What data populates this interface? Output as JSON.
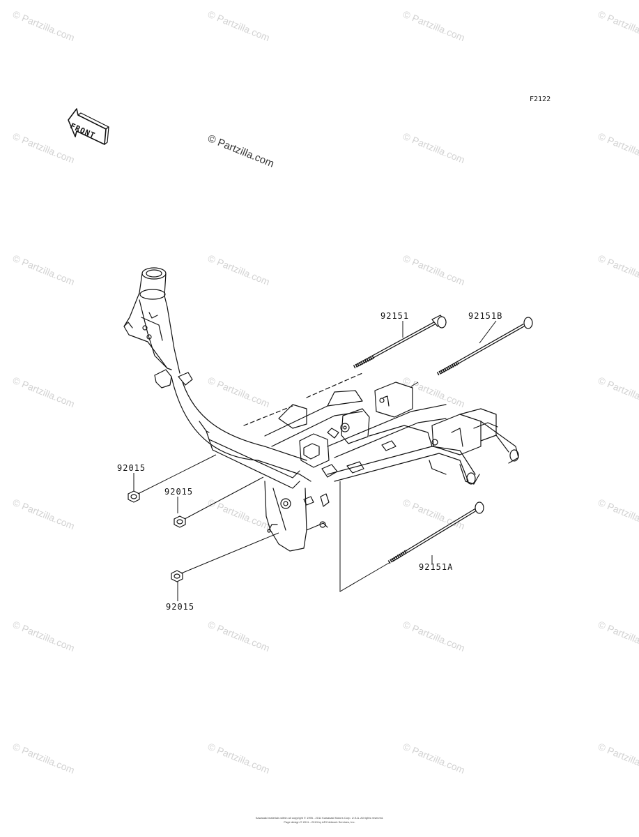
{
  "diagram": {
    "id": "F2122",
    "front_label": "FRONT",
    "watermark_main": "© Partzilla.com",
    "watermark_tile": "© Partzilla.com",
    "parts": [
      {
        "number": "92151"
      },
      {
        "number": "92151B"
      },
      {
        "number": "92151A"
      },
      {
        "number": "92015"
      },
      {
        "number": "92015"
      },
      {
        "number": "92015"
      }
    ],
    "footer": {
      "line1": "Kawasaki materials within all copyright © 1995 - 2011 Kawasaki Motors Corp. U.S.A. All rights reserved.",
      "line2": "Page design © 2011 - 2013 by ARI Network Services, Inc."
    }
  },
  "colors": {
    "line": "#111111",
    "watermark": "#d3d3d3"
  }
}
